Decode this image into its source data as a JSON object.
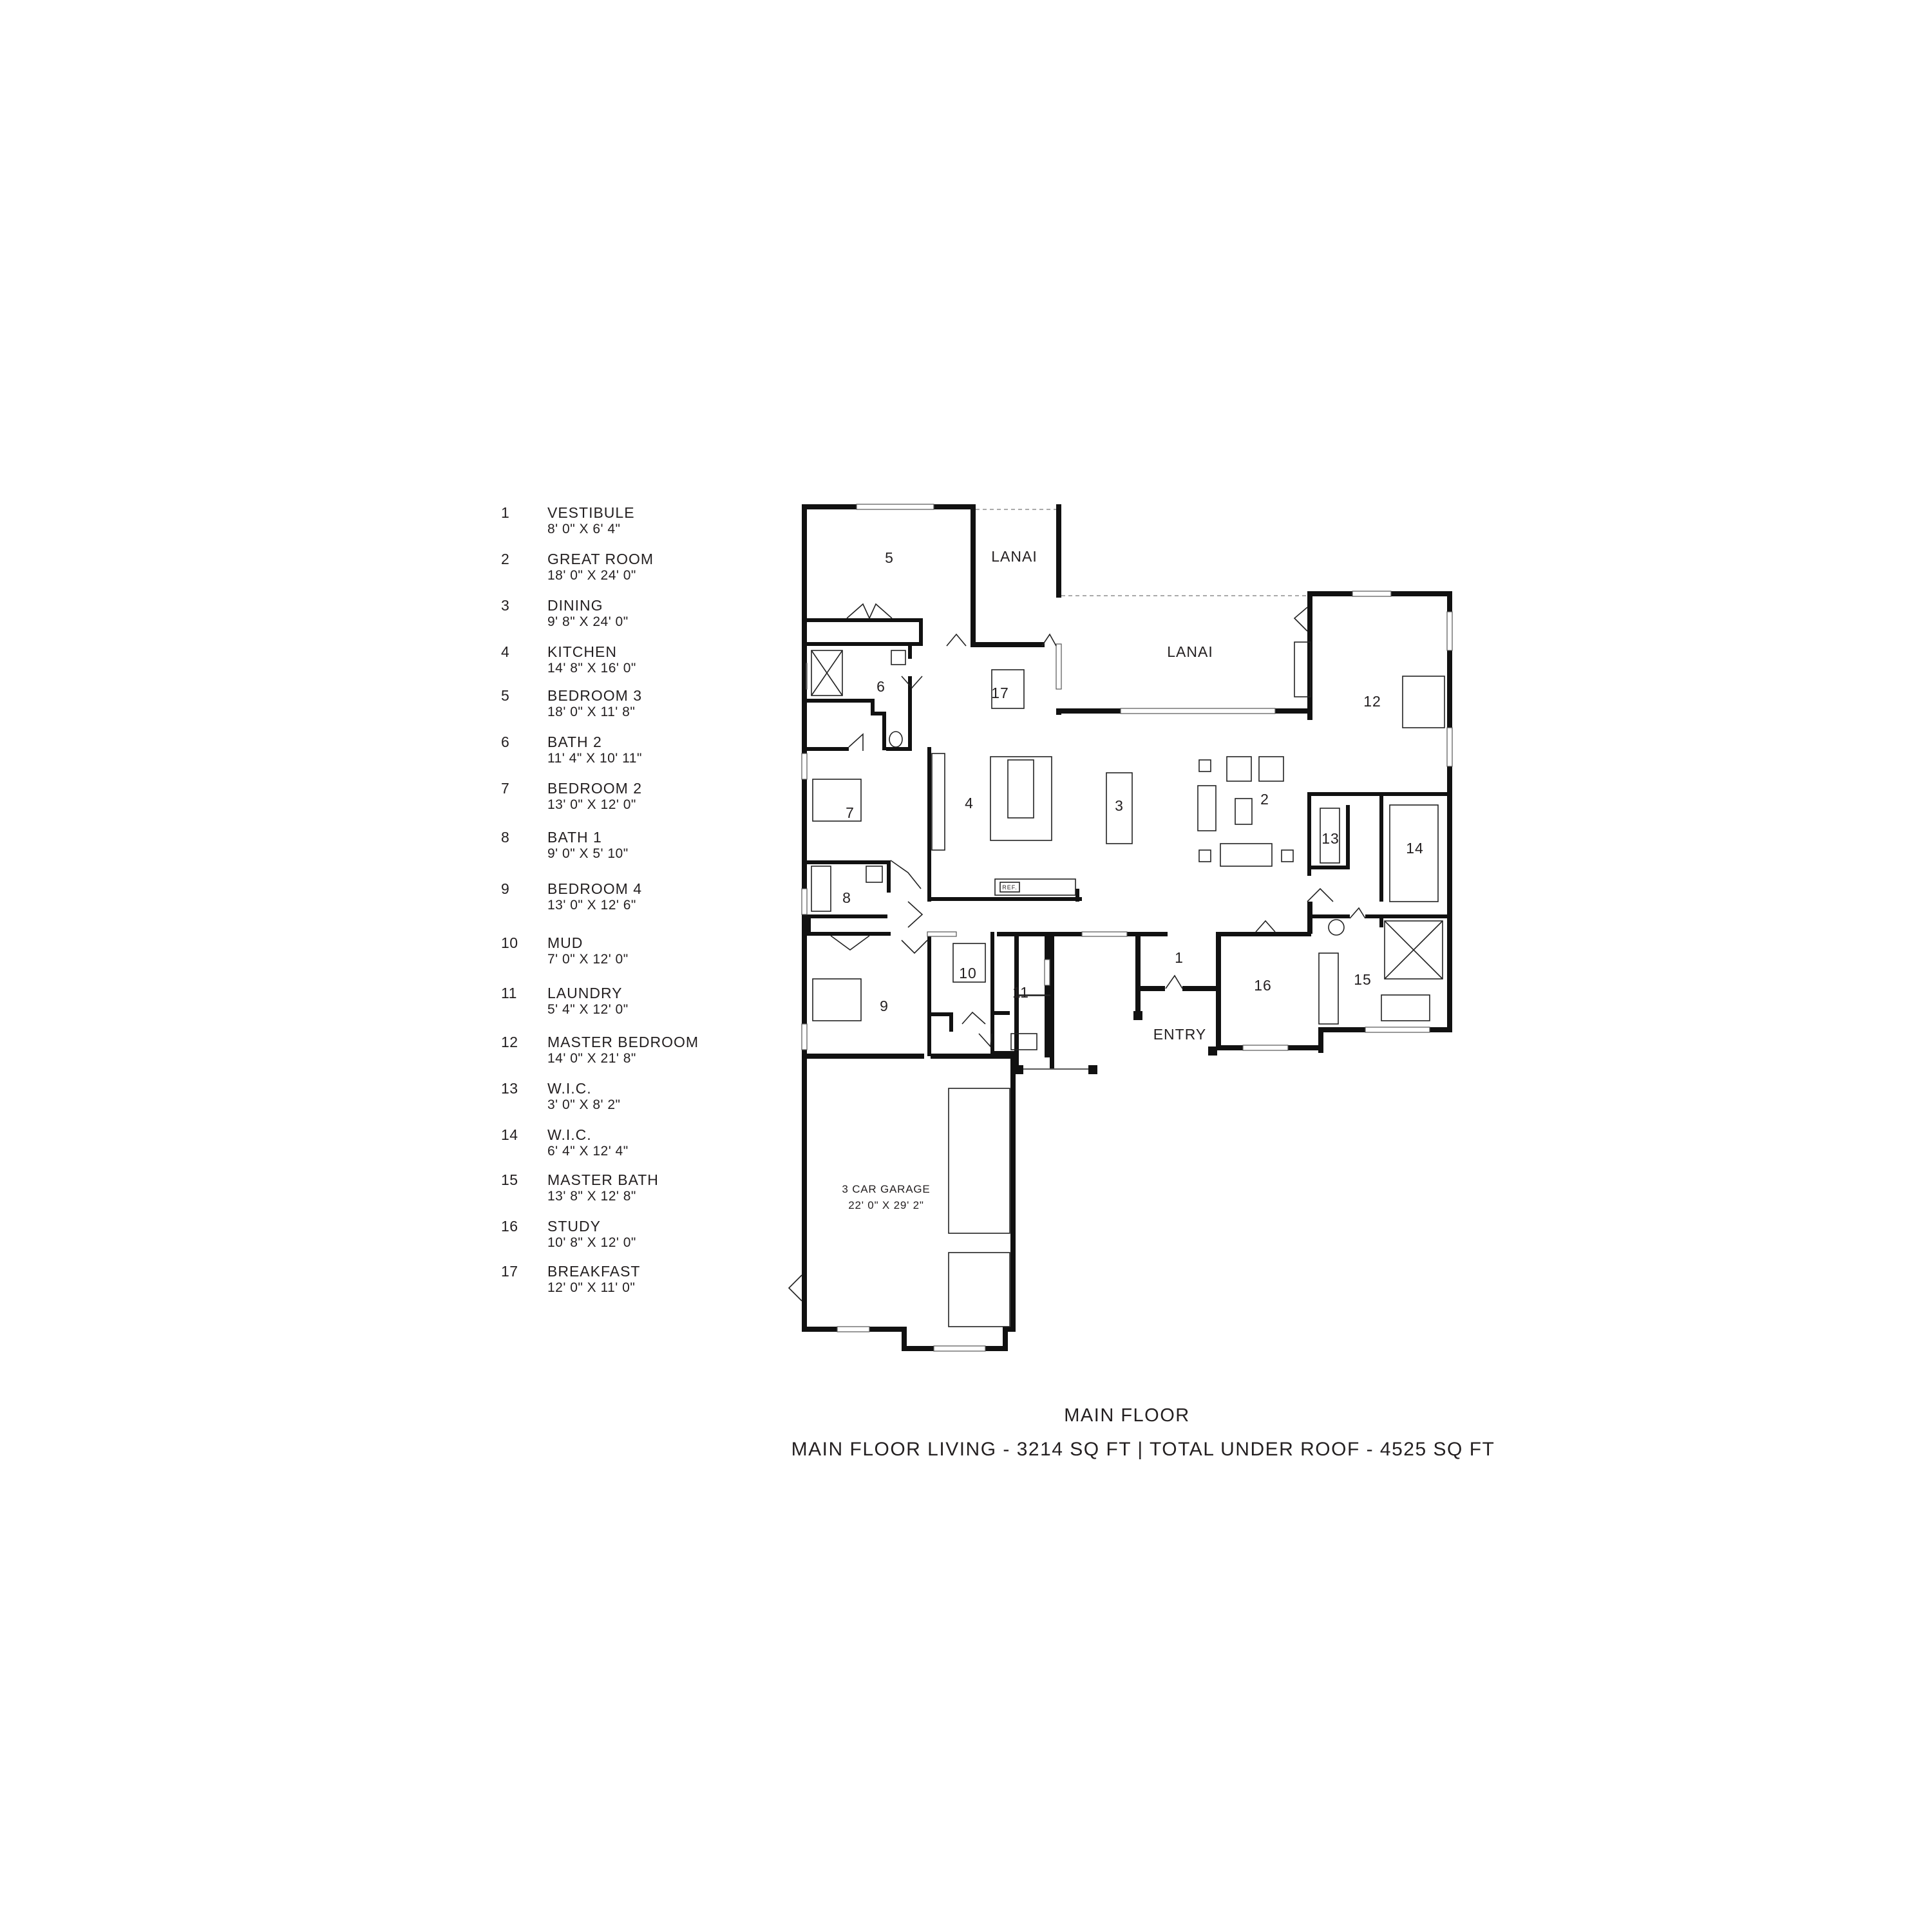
{
  "legend": [
    {
      "num": "1",
      "name": "VESTIBULE",
      "dim": "8' 0\" X 6' 4\""
    },
    {
      "num": "2",
      "name": "GREAT ROOM",
      "dim": "18' 0\" X 24' 0\""
    },
    {
      "num": "3",
      "name": "DINING",
      "dim": "9' 8\" X 24' 0\""
    },
    {
      "num": "4",
      "name": "KITCHEN",
      "dim": "14' 8\" X 16' 0\""
    },
    {
      "num": "5",
      "name": "BEDROOM 3",
      "dim": "18' 0\" X 11' 8\""
    },
    {
      "num": "6",
      "name": "BATH 2",
      "dim": "11' 4\" X 10' 11\""
    },
    {
      "num": "7",
      "name": "BEDROOM 2",
      "dim": "13' 0\" X 12' 0\""
    },
    {
      "num": "8",
      "name": "BATH 1",
      "dim": "9' 0\" X 5' 10\""
    },
    {
      "num": "9",
      "name": "BEDROOM 4",
      "dim": "13' 0\" X 12' 6\""
    },
    {
      "num": "10",
      "name": "MUD",
      "dim": "7' 0\" X 12' 0\""
    },
    {
      "num": "11",
      "name": "LAUNDRY",
      "dim": "5' 4\" X 12' 0\""
    },
    {
      "num": "12",
      "name": "MASTER BEDROOM",
      "dim": "14' 0\" X 21' 8\""
    },
    {
      "num": "13",
      "name": "W.I.C.",
      "dim": "3' 0\" X 8' 2\""
    },
    {
      "num": "14",
      "name": "W.I.C.",
      "dim": "6' 4\" X 12' 4\""
    },
    {
      "num": "15",
      "name": "MASTER BATH",
      "dim": "13' 8\" X 12' 8\""
    },
    {
      "num": "16",
      "name": "STUDY",
      "dim": "10' 8\" X 12' 0\""
    },
    {
      "num": "17",
      "name": "BREAKFAST",
      "dim": "12' 0\" X 11' 0\""
    }
  ],
  "plan": {
    "room_numbers": {
      "r1": "1",
      "r2": "2",
      "r3": "3",
      "r4": "4",
      "r5": "5",
      "r6": "6",
      "r7": "7",
      "r8": "8",
      "r9": "9",
      "r10": "10",
      "r11": "11",
      "r12": "12",
      "r13": "13",
      "r14": "14",
      "r15": "15",
      "r16": "16",
      "r17": "17"
    },
    "lanai_label": "LANAI",
    "entry_label": "ENTRY",
    "garage_label": "3 CAR GARAGE",
    "garage_dim": "22' 0\" X 29' 2\"",
    "ref_label": "REF."
  },
  "caption": {
    "title": "MAIN FLOOR",
    "subtitle": "MAIN FLOOR LIVING - 3214 SQ FT | TOTAL UNDER  ROOF - 4525 SQ FT"
  }
}
